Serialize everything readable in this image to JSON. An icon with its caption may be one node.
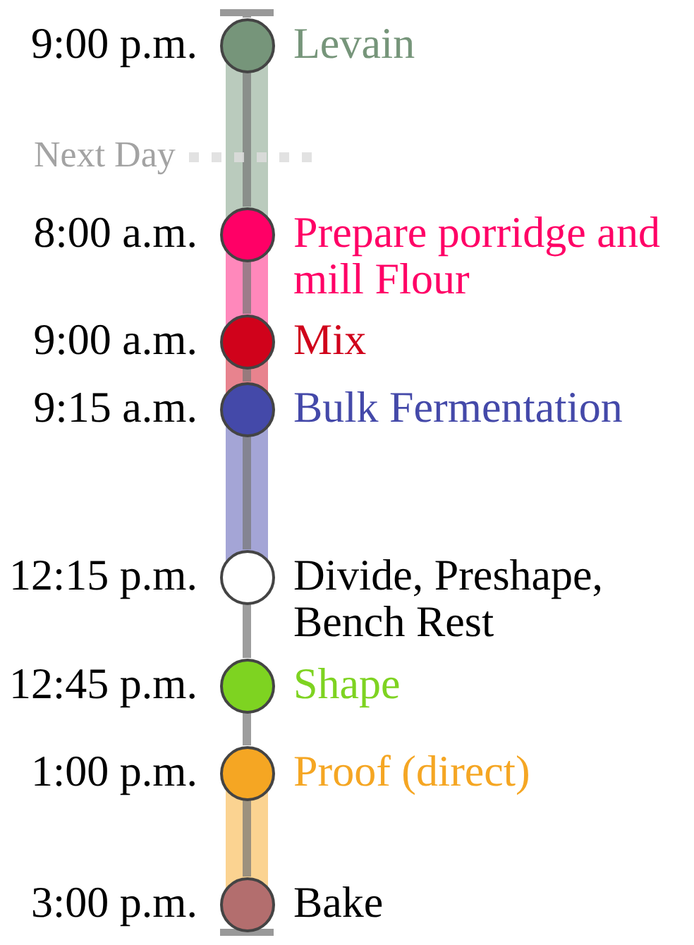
{
  "diagram": {
    "nodes": [
      {
        "text": [],
        "shape": "circle",
        "beside": [
          "9:00 p.m.",
          "Levain"
        ]
      },
      {
        "text": [],
        "shape": "circle",
        "beside": [
          "8:00 a.m.",
          "Prepare porridge and mill Flour"
        ]
      },
      {
        "text": [],
        "shape": "circle",
        "beside": [
          "9:00 a.m.",
          "Mix"
        ]
      },
      {
        "text": [],
        "shape": "circle",
        "beside": [
          "9:15 a.m.",
          "Bulk Fermentation"
        ]
      },
      {
        "text": [],
        "shape": "circle",
        "beside": [
          "12:15 p.m.",
          "Divide, Preshape, Bench Rest"
        ]
      },
      {
        "text": [],
        "shape": "circle",
        "beside": [
          "12:45 p.m.",
          "Shape"
        ]
      },
      {
        "text": [],
        "shape": "circle",
        "beside": [
          "1:00 p.m.",
          "Proof (direct)"
        ]
      },
      {
        "text": [],
        "shape": "circle",
        "beside": [
          "3:00 p.m.",
          "Bake"
        ]
      }
    ],
    "edges": [
      {
        "from": null,
        "to": 0,
        "arrow": "other"
      },
      {
        "from": 0,
        "to": 1,
        "arrow": "none"
      },
      {
        "from": 1,
        "to": 2,
        "arrow": "none"
      },
      {
        "from": 2,
        "to": 3,
        "arrow": "none"
      },
      {
        "from": 3,
        "to": 4,
        "arrow": "none"
      },
      {
        "from": 4,
        "to": 5,
        "arrow": "none"
      },
      {
        "from": 5,
        "to": 6,
        "arrow": "none"
      },
      {
        "from": 6,
        "to": 7,
        "arrow": "none"
      },
      {
        "from": 7,
        "to": null,
        "arrow": "other"
      }
    ],
    "labels": [
      "Next Day"
    ]
  }
}
